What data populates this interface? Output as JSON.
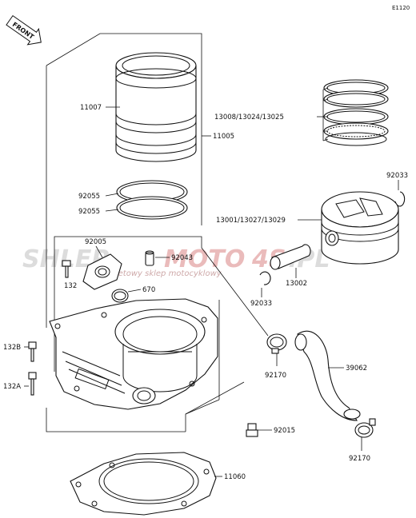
{
  "diagram_code": "E1120",
  "front_badge": "FRONT",
  "watermark": {
    "part1": "SHLEP",
    "part2": "MOTO",
    "part3": "4S",
    "part4": ".PL",
    "subtitle": "internetowy sklep motocyklowy",
    "color_grey": "#d9d9d9",
    "color_red": "#e8b4b4"
  },
  "labels": {
    "l11007": "11007",
    "l11005": "11005",
    "l13008": "13008/13024/13025",
    "l92033a": "92033",
    "l13001": "13001/13027/13029",
    "l92055a": "92055",
    "l92055b": "92055",
    "l92005": "92005",
    "l92043": "92043",
    "l132": "132",
    "l670": "670",
    "l13002": "13002",
    "l92033b": "92033",
    "l132b": "132B",
    "l132a": "132A",
    "l92170a": "92170",
    "l39062": "39062",
    "l92015": "92015",
    "l92170b": "92170",
    "l11060": "11060"
  }
}
